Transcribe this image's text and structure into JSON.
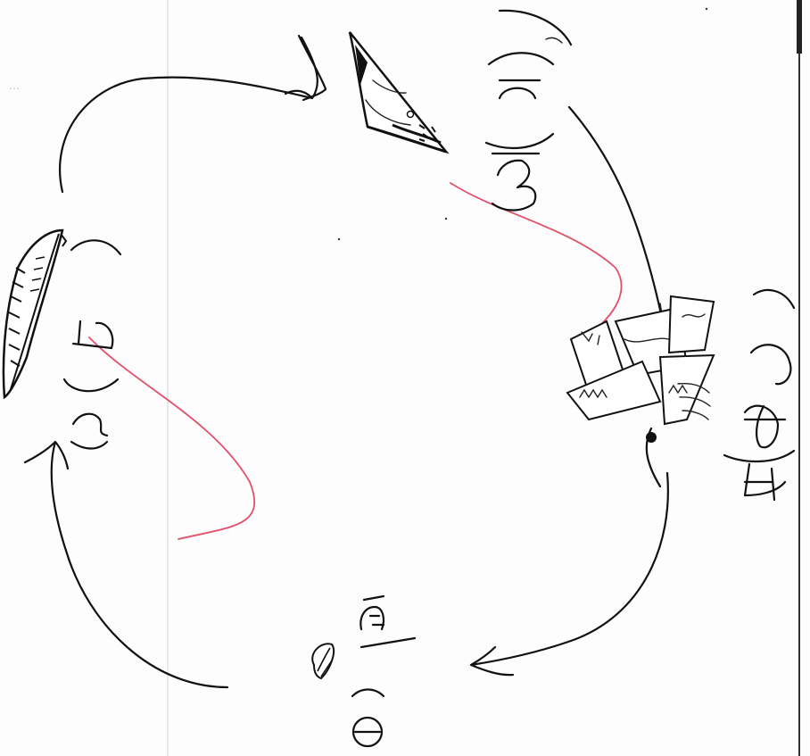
{
  "stages": [
    {
      "number": "①",
      "answer": "",
      "char": "(",
      "glyph": "seed-sprout"
    },
    {
      "number": "2",
      "answer": "",
      "glyph": "leaf-seedling"
    },
    {
      "number": "3",
      "answer": "",
      "glyph": "bamboo-shoot"
    },
    {
      "number": "4",
      "answer": "あ",
      "glyph": "bamboo-leaves"
    }
  ],
  "handwriting": {
    "stage1": "①(",
    "stage1_answer": "",
    "stage2": "2(",
    "stage2_answer": "",
    "stage3": "3(",
    "stage3_answer": "",
    "stage4": "4(",
    "stage4_answer": "あ"
  },
  "colors": {
    "ink": "#111111",
    "red_line": "#e2506a",
    "fold_line": "#d6d6d6",
    "border": "#333333"
  }
}
